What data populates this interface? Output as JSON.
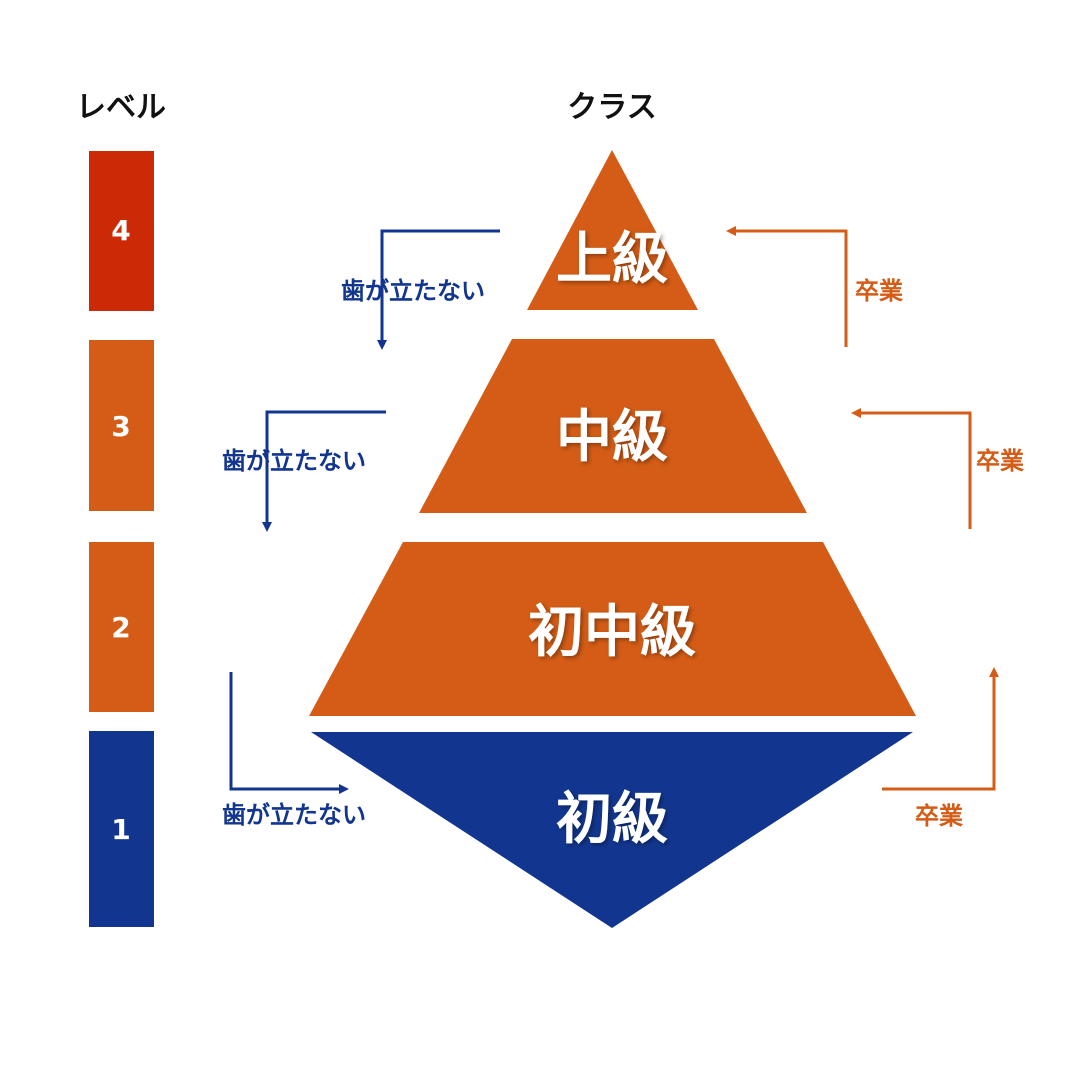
{
  "headings": {
    "level": "レベル",
    "class": "クラス"
  },
  "colors": {
    "orange": "#d45c16",
    "red": "#cc2a06",
    "navy": "#12368f",
    "white": "#ffffff",
    "text": "#111111"
  },
  "levels": [
    {
      "label": "4",
      "color": "#cc2a06"
    },
    {
      "label": "3",
      "color": "#d45c16"
    },
    {
      "label": "2",
      "color": "#d45c16"
    },
    {
      "label": "1",
      "color": "#12368f"
    }
  ],
  "tiers": [
    {
      "label": "上級",
      "color": "#d45c16"
    },
    {
      "label": "中級",
      "color": "#d45c16"
    },
    {
      "label": "初中級",
      "color": "#d45c16"
    },
    {
      "label": "初級",
      "color": "#12368f"
    }
  ],
  "fail_label": "歯が立たない",
  "graduate_label": "卒業"
}
